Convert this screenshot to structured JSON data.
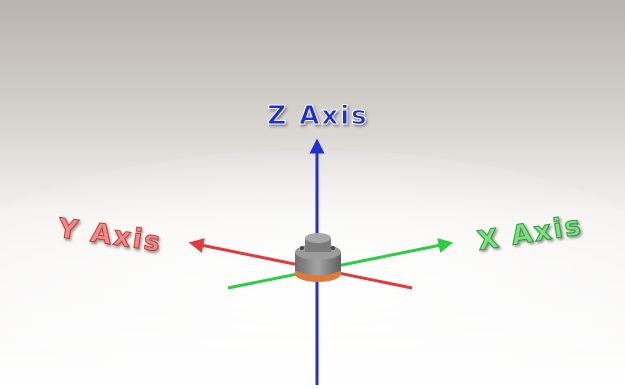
{
  "axes": {
    "z": {
      "label": "Z Axis",
      "color": "#1f2fd6"
    },
    "y": {
      "label": "Y Axis",
      "color": "#e23a3a"
    },
    "x": {
      "label": "X Axis",
      "color": "#2ecc40"
    }
  },
  "sensor": {
    "icon": "sensor-puck-icon",
    "body_color": "#8a8a8a",
    "ring_color": "#e07a3a"
  },
  "background": {
    "top_color": "#bdb8b1",
    "floor_color": "#ffffff"
  }
}
